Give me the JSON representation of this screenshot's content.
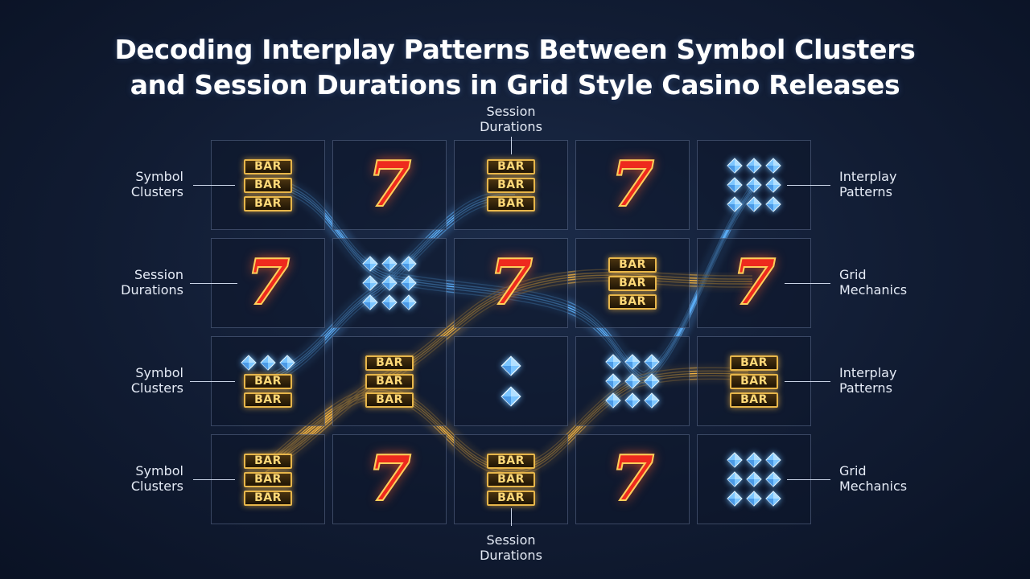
{
  "title": {
    "line1": "Decoding Interplay Patterns Between Symbol Clusters",
    "line2": "and Session Durations in Grid Style Casino Releases"
  },
  "symbols": {
    "bar": "BAR",
    "seven": "7"
  },
  "grid": [
    [
      "bar3",
      "seven",
      "bar3",
      "seven",
      "gem9"
    ],
    [
      "seven",
      "gem9",
      "seven",
      "bar3",
      "seven"
    ],
    [
      "gem3bar2",
      "bar3",
      "gem2",
      "gem9",
      "bar3"
    ],
    [
      "bar3",
      "seven",
      "bar3",
      "seven",
      "gem9"
    ]
  ],
  "labels": {
    "top": "Session\nDurations",
    "bottom": "Session\nDurations",
    "left": [
      "Symbol\nClusters",
      "Session\nDurations",
      "Symbol\nClusters",
      "Symbol\nClusters"
    ],
    "right": [
      "Interplay\nPatterns",
      "Grid\nMechanics",
      "Interplay\nPatterns",
      "Grid\nMechanics"
    ]
  },
  "colors": {
    "blue_flow": "#5fb4ff",
    "gold_flow": "#f2b340",
    "seven": "#ee2a1e",
    "bar_border": "#e7b64a",
    "gem": "#7cc6ff"
  }
}
